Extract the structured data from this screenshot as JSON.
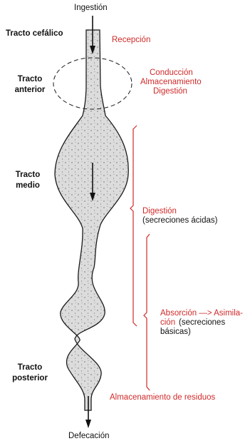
{
  "top_label": "Ingestión",
  "bottom_label": "Defecación",
  "regions": {
    "cephalic": "Tracto cefálico",
    "anterior": "Tracto anterior",
    "middle": "Tracto medio",
    "posterior": "Tracto posterior"
  },
  "functions": {
    "reception": "Recepción",
    "anterior_fn": [
      "Conducción",
      "Almacenamiento",
      "Digestión"
    ],
    "middle_fn": [
      "Digestión",
      "(secreciones ácidas)"
    ],
    "absorption": [
      "Absorción —> Asimila-",
      "ción",
      "(secreciones",
      "básicas)"
    ],
    "storage": "Almacenamiento de residuos"
  },
  "colors": {
    "accent_red": "#d02a2a",
    "tube_fill": "#dedede",
    "outline": "#1a1a1a"
  }
}
